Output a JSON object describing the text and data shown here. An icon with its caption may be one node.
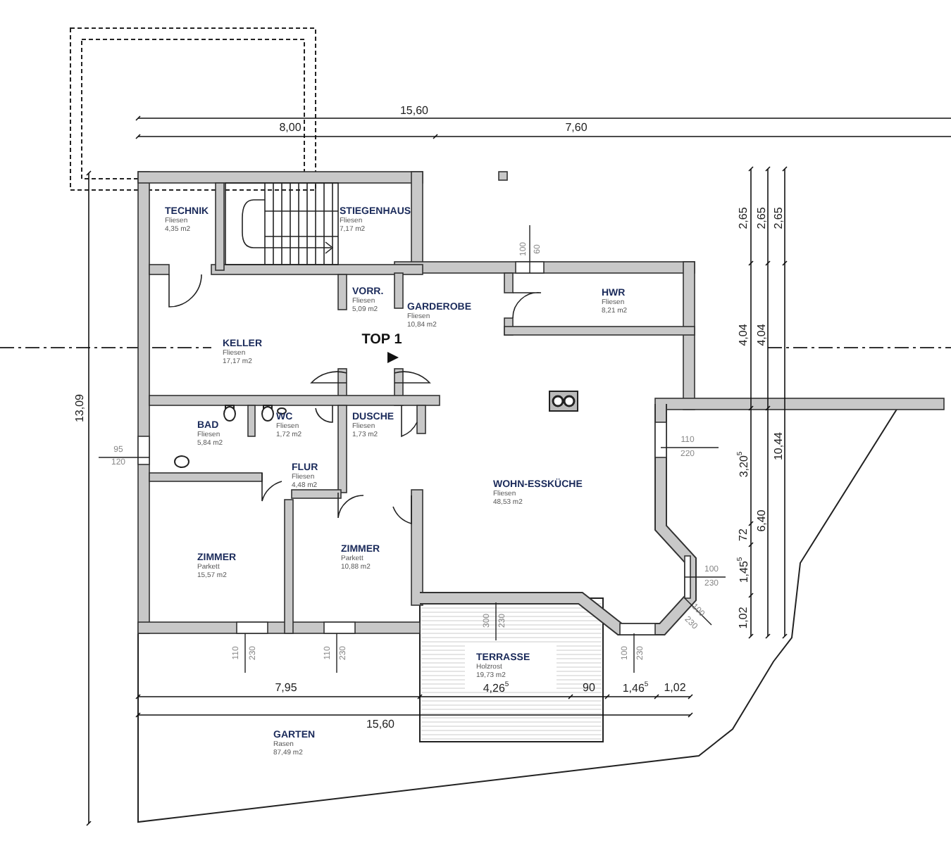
{
  "diagram": {
    "nodes": [
      {
        "text": [
          "TECHNIK",
          "Fliesen",
          "4,35 m2"
        ]
      },
      {
        "text": [
          "STIEGENHAUS",
          "Fliesen",
          "7,17 m2"
        ]
      },
      {
        "text": [
          "VORR.",
          "Fliesen",
          "5,09 m2"
        ]
      },
      {
        "text": [
          "GARDEROBE",
          "Fliesen",
          "10,84 m2"
        ]
      },
      {
        "text": [
          "HWR",
          "Fliesen",
          "8,21 m2"
        ]
      },
      {
        "text": [
          "KELLER",
          "Fliesen",
          "17,17 m2"
        ]
      },
      {
        "text": [
          "WC",
          "Fliesen",
          "1,72 m2"
        ]
      },
      {
        "text": [
          "DUSCHE",
          "Fliesen",
          "1,73 m2"
        ]
      },
      {
        "text": [
          "BAD",
          "Fliesen",
          "5,84 m2"
        ]
      },
      {
        "text": [
          "FLUR",
          "Fliesen",
          "4,48 m2"
        ]
      },
      {
        "text": [
          "WOHN-ESSKÜCHE",
          "Fliesen",
          "48,53 m2"
        ]
      },
      {
        "text": [
          "ZIMMER",
          "Parkett",
          "15,57 m2"
        ]
      },
      {
        "text": [
          "ZIMMER",
          "Parkett",
          "10,88 m2"
        ]
      },
      {
        "text": [
          "TERRASSE",
          "Holzrost",
          "19,73 m2"
        ]
      },
      {
        "text": [
          "GARTEN",
          "Rasen",
          "87,49 m2"
        ]
      }
    ],
    "labels": [
      "15,60",
      "8,00",
      "7,60",
      "2,65",
      "2,65",
      "2,65",
      "100",
      "60",
      "TOP 1",
      "4,04",
      "4,04",
      "13,09",
      "95",
      "120",
      "110",
      "220",
      "10,44",
      "3,20$^{5}$",
      "6,40",
      "72",
      "100",
      "230",
      "1,45$^{5}$",
      "100",
      "230",
      "1,02",
      "300",
      "230",
      "110",
      "230",
      "110",
      "230",
      "100",
      "230",
      "7,95",
      "4,26$^{5}$",
      "90",
      "1,46$^{5}$",
      "1,02",
      "15,60"
    ]
  }
}
